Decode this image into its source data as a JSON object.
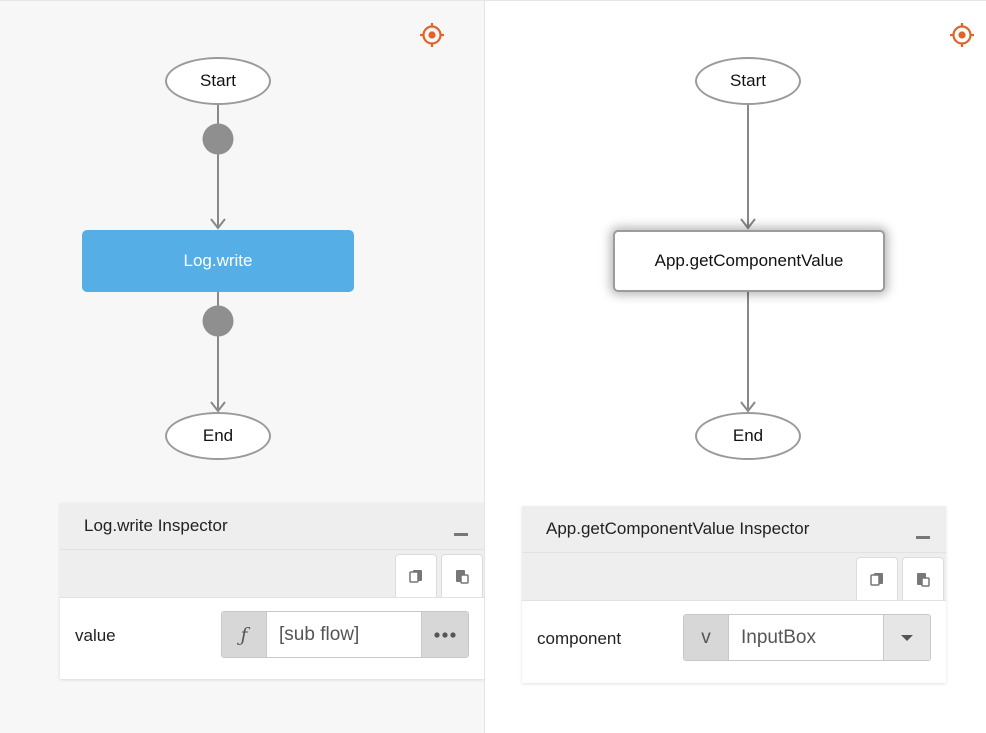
{
  "left_flow": {
    "start_label": "Start",
    "action_label": "Log.write",
    "end_label": "End"
  },
  "right_flow": {
    "start_label": "Start",
    "action_label": "App.getComponentValue",
    "end_label": "End"
  },
  "left_inspector": {
    "title": "Log.write Inspector",
    "property_label": "value",
    "prefix_symbol": "ƒ",
    "value": "[sub flow]"
  },
  "right_inspector": {
    "title": "App.getComponentValue Inspector",
    "property_label": "component",
    "prefix_symbol": "v",
    "value": "InputBox"
  },
  "icons": {
    "target": "target-icon",
    "copy": "copy-icon",
    "paste": "paste-icon",
    "more": "more-icon",
    "dropdown": "chevron-down-icon",
    "collapse": "minus-icon"
  },
  "colors": {
    "action_blue": "#55aee6",
    "target_orange": "#e0642a",
    "connector_gray": "#888888"
  }
}
